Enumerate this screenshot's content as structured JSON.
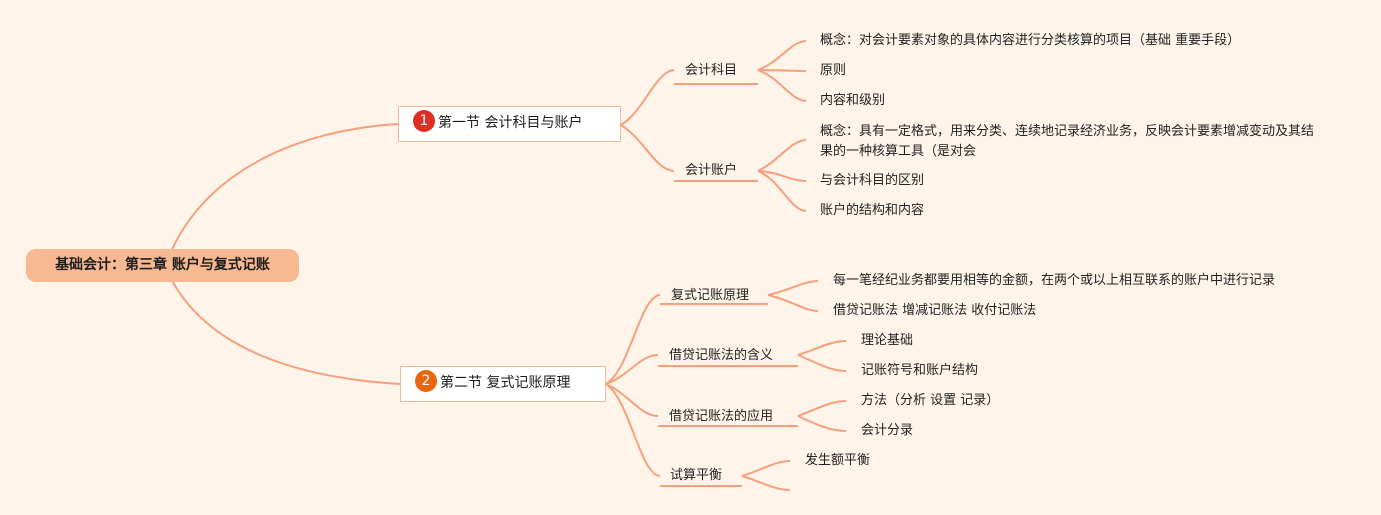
{
  "colors": {
    "background": "#fef4ea",
    "root_fill": "#f7b992",
    "connector": "#f5a07b",
    "badge_1": "#dc3023",
    "badge_2": "#e8660f"
  },
  "root": "基础会计：第三章 账户与复式记账",
  "sections": [
    {
      "number": "1",
      "title": "第一节 会计科目与账户",
      "topics": [
        {
          "label": "会计科目",
          "items": [
            "概念：对会计要素对象的具体内容进行分类核算的项目（基础 重要手段）",
            "原则",
            "内容和级别"
          ]
        },
        {
          "label": "会计账户",
          "items": [
            "概念：具有一定格式，用来分类、连续地记录经济业务，反映会计要素增减变动及其结果的一种核算工具（是对会",
            "与会计科目的区别",
            "账户的结构和内容"
          ]
        }
      ]
    },
    {
      "number": "2",
      "title": "第二节 复式记账原理",
      "topics": [
        {
          "label": "复式记账原理",
          "items": [
            "每一笔经纪业务都要用相等的金额，在两个或以上相互联系的账户中进行记录",
            "借贷记账法 增减记账法 收付记账法"
          ]
        },
        {
          "label": "借贷记账法的含义",
          "items": [
            "理论基础",
            "记账符号和账户结构"
          ]
        },
        {
          "label": "借贷记账法的应用",
          "items": [
            "方法（分析 设置 记录）",
            "会计分录"
          ]
        },
        {
          "label": "试算平衡",
          "items": [
            "发生额平衡",
            ""
          ]
        }
      ]
    }
  ]
}
